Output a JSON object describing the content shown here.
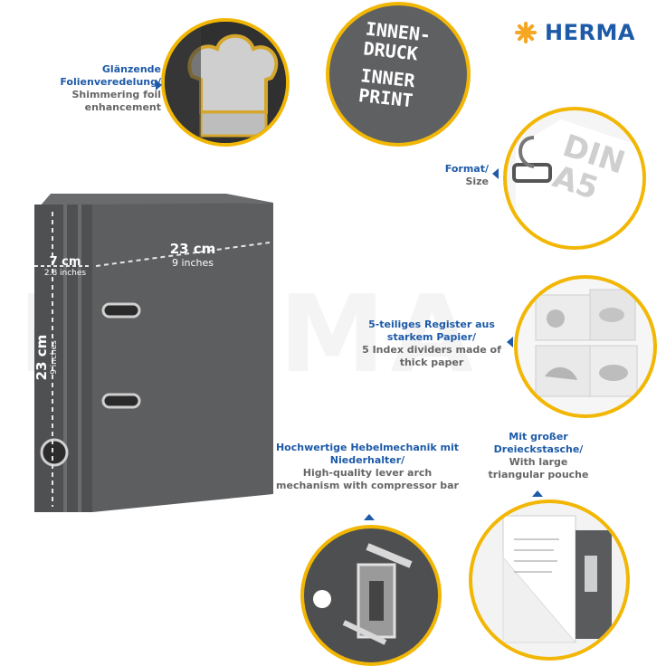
{
  "brand": {
    "name": "HERMA",
    "watermark": "HERMA",
    "color": "#1d5aa8",
    "star_color": "#f5a623"
  },
  "colors": {
    "accent_ring": "#f2b705",
    "label_blue": "#1d5aa8",
    "label_gray": "#666666",
    "binder_gray": "#5d5e60"
  },
  "dimensions": {
    "width": {
      "value": "23 cm",
      "sub": "9 inches"
    },
    "spine": {
      "value": "7 cm",
      "sub": "2.8 inches"
    },
    "height": {
      "value": "23 cm",
      "sub": "9 inches"
    }
  },
  "features": [
    {
      "de": "Glänzende Folienveredelung/",
      "en": "Shimmering foil enhancement"
    },
    {
      "de": "Format/",
      "en": "Size"
    },
    {
      "de": "5-teiliges Register aus starkem Papier/",
      "en": "5 Index dividers made of thick paper"
    },
    {
      "de": "Hochwertige Hebelmechanik mit Niederhalter/",
      "en": "High-quality lever arch mechanism with compressor bar"
    },
    {
      "de": "Mit großer Dreieckstasche/",
      "en": "With large triangular pouche"
    }
  ],
  "inner_print": {
    "line1": "INNEN-",
    "line2": "DRUCK",
    "line3": "INNER",
    "line4": "PRINT"
  },
  "format_text": {
    "line1": "DIN",
    "line2": "A5"
  }
}
